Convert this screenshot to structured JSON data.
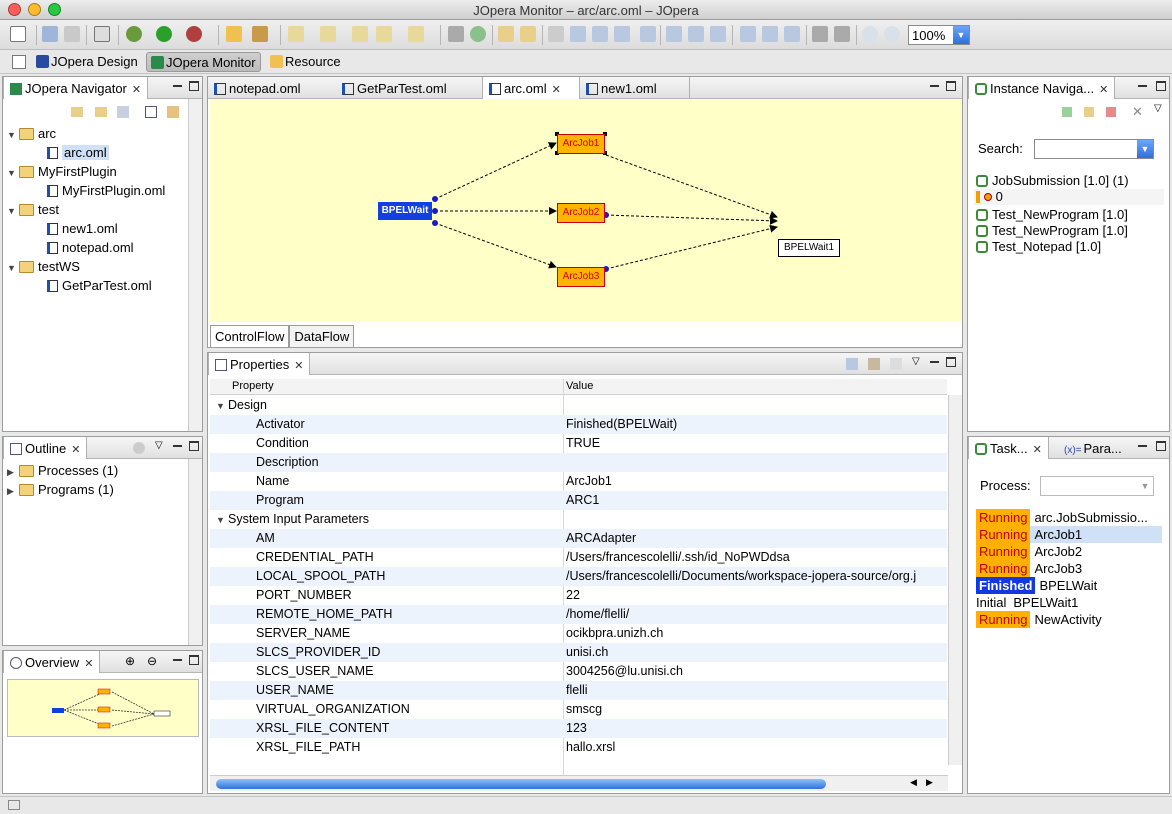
{
  "window": {
    "title": "JOpera Monitor – arc/arc.oml – JOpera"
  },
  "toolbar": {
    "zoom": "100%"
  },
  "perspectives": [
    {
      "label": "JOpera Design"
    },
    {
      "label": "JOpera Monitor"
    },
    {
      "label": "Resource"
    }
  ],
  "navigator": {
    "title": "JOpera Navigator",
    "tree": [
      {
        "label": "arc",
        "type": "folder",
        "level": 0
      },
      {
        "label": "arc.oml",
        "type": "file",
        "level": 1
      },
      {
        "label": "MyFirstPlugin",
        "type": "folder",
        "level": 0
      },
      {
        "label": "MyFirstPlugin.oml",
        "type": "file",
        "level": 1
      },
      {
        "label": "test",
        "type": "folder",
        "level": 0
      },
      {
        "label": "new1.oml",
        "type": "file",
        "level": 1
      },
      {
        "label": "notepad.oml",
        "type": "file",
        "level": 1
      },
      {
        "label": "testWS",
        "type": "folder",
        "level": 0
      },
      {
        "label": "GetParTest.oml",
        "type": "file",
        "level": 1
      }
    ]
  },
  "outline": {
    "title": "Outline",
    "items": [
      {
        "label": "Processes (1)"
      },
      {
        "label": "Programs (1)"
      }
    ]
  },
  "overview": {
    "title": "Overview"
  },
  "editor": {
    "tabs": [
      {
        "label": "notepad.oml"
      },
      {
        "label": "GetParTest.oml"
      },
      {
        "label": "arc.oml"
      },
      {
        "label": "new1.oml"
      }
    ],
    "nodes": {
      "bpel": "BPELWait",
      "job1": "ArcJob1",
      "job2": "ArcJob2",
      "job3": "ArcJob3",
      "wait1": "BPELWait1"
    },
    "bottom_tabs": [
      {
        "label": "ControlFlow"
      },
      {
        "label": "DataFlow"
      }
    ]
  },
  "properties": {
    "title": "Properties",
    "col_property": "Property",
    "col_value": "Value",
    "design_group": "Design",
    "design": [
      {
        "k": "Activator",
        "v": "Finished(BPELWait)"
      },
      {
        "k": "Condition",
        "v": "TRUE"
      },
      {
        "k": "Description",
        "v": ""
      },
      {
        "k": "Name",
        "v": "ArcJob1"
      },
      {
        "k": "Program",
        "v": "ARC1"
      }
    ],
    "input_group": "System Input Parameters",
    "inputs": [
      {
        "k": "AM",
        "v": "ARCAdapter"
      },
      {
        "k": "CREDENTIAL_PATH",
        "v": "/Users/francescolelli/.ssh/id_NoPWDdsa"
      },
      {
        "k": "LOCAL_SPOOL_PATH",
        "v": "/Users/francescolelli/Documents/workspace-jopera-source/org.j"
      },
      {
        "k": "PORT_NUMBER",
        "v": "22"
      },
      {
        "k": "REMOTE_HOME_PATH",
        "v": "/home/flelli/"
      },
      {
        "k": "SERVER_NAME",
        "v": "ocikbpra.unizh.ch"
      },
      {
        "k": "SLCS_PROVIDER_ID",
        "v": "unisi.ch"
      },
      {
        "k": "SLCS_USER_NAME",
        "v": "3004256@lu.unisi.ch"
      },
      {
        "k": "USER_NAME",
        "v": "flelli"
      },
      {
        "k": "VIRTUAL_ORGANIZATION",
        "v": "smscg"
      },
      {
        "k": "XRSL_FILE_CONTENT",
        "v": "123"
      },
      {
        "k": "XRSL_FILE_PATH",
        "v": "hallo.xrsl"
      }
    ]
  },
  "instance_nav": {
    "title": "Instance Naviga...",
    "search_label": "Search:",
    "items": [
      {
        "label": "JobSubmission [1.0] (1)"
      },
      {
        "label": "0"
      },
      {
        "label": "Test_NewProgram [1.0]"
      },
      {
        "label": "Test_NewProgram [1.0]"
      },
      {
        "label": "Test_Notepad [1.0]"
      }
    ]
  },
  "tasks": {
    "tab1": "Task...",
    "tab2": "Para...",
    "process_label": "Process:",
    "rows": [
      {
        "status": "Running",
        "name": "arc.JobSubmissio..."
      },
      {
        "status": "Running",
        "name": "ArcJob1"
      },
      {
        "status": "Running",
        "name": "ArcJob2"
      },
      {
        "status": "Running",
        "name": "ArcJob3"
      },
      {
        "status": "Finished",
        "name": "BPELWait"
      },
      {
        "status": "Initial",
        "name": "BPELWait1"
      },
      {
        "status": "Running",
        "name": "NewActivity"
      }
    ]
  },
  "colors": {
    "running_bg": "#ffb000",
    "finished_bg": "#1238e0",
    "canvas_bg": "#ffffc8"
  }
}
